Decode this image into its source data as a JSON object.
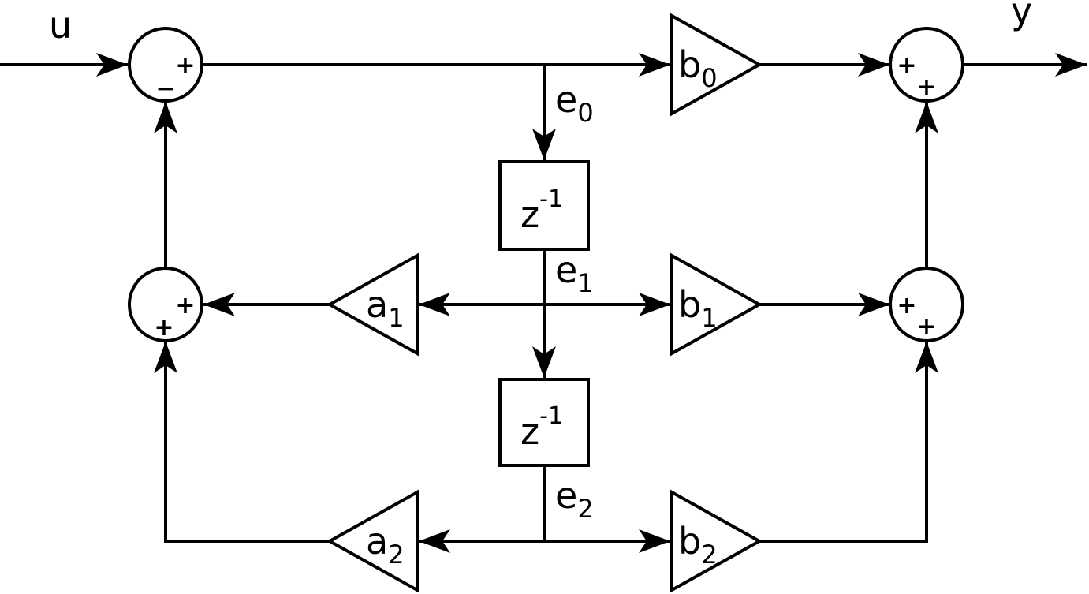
{
  "diagram": {
    "input_label": "u",
    "output_label": "y",
    "state_labels": [
      {
        "base": "e",
        "sub": "0"
      },
      {
        "base": "e",
        "sub": "1"
      },
      {
        "base": "e",
        "sub": "2"
      }
    ],
    "delays": [
      {
        "base": "z",
        "sup": "-1"
      },
      {
        "base": "z",
        "sup": "-1"
      }
    ],
    "gains": {
      "b0": {
        "base": "b",
        "sub": "0"
      },
      "b1": {
        "base": "b",
        "sub": "1"
      },
      "b2": {
        "base": "b",
        "sub": "2"
      },
      "a1": {
        "base": "a",
        "sub": "1"
      },
      "a2": {
        "base": "a",
        "sub": "2"
      }
    },
    "summers": {
      "input_sum": {
        "top": "+",
        "bottom": "−"
      },
      "feedback_sum": {
        "top": "+",
        "bottom": "+"
      },
      "output_sum": {
        "top": "+",
        "bottom": "+"
      },
      "mid_output_sum": {
        "top": "+",
        "bottom": "+"
      }
    }
  }
}
